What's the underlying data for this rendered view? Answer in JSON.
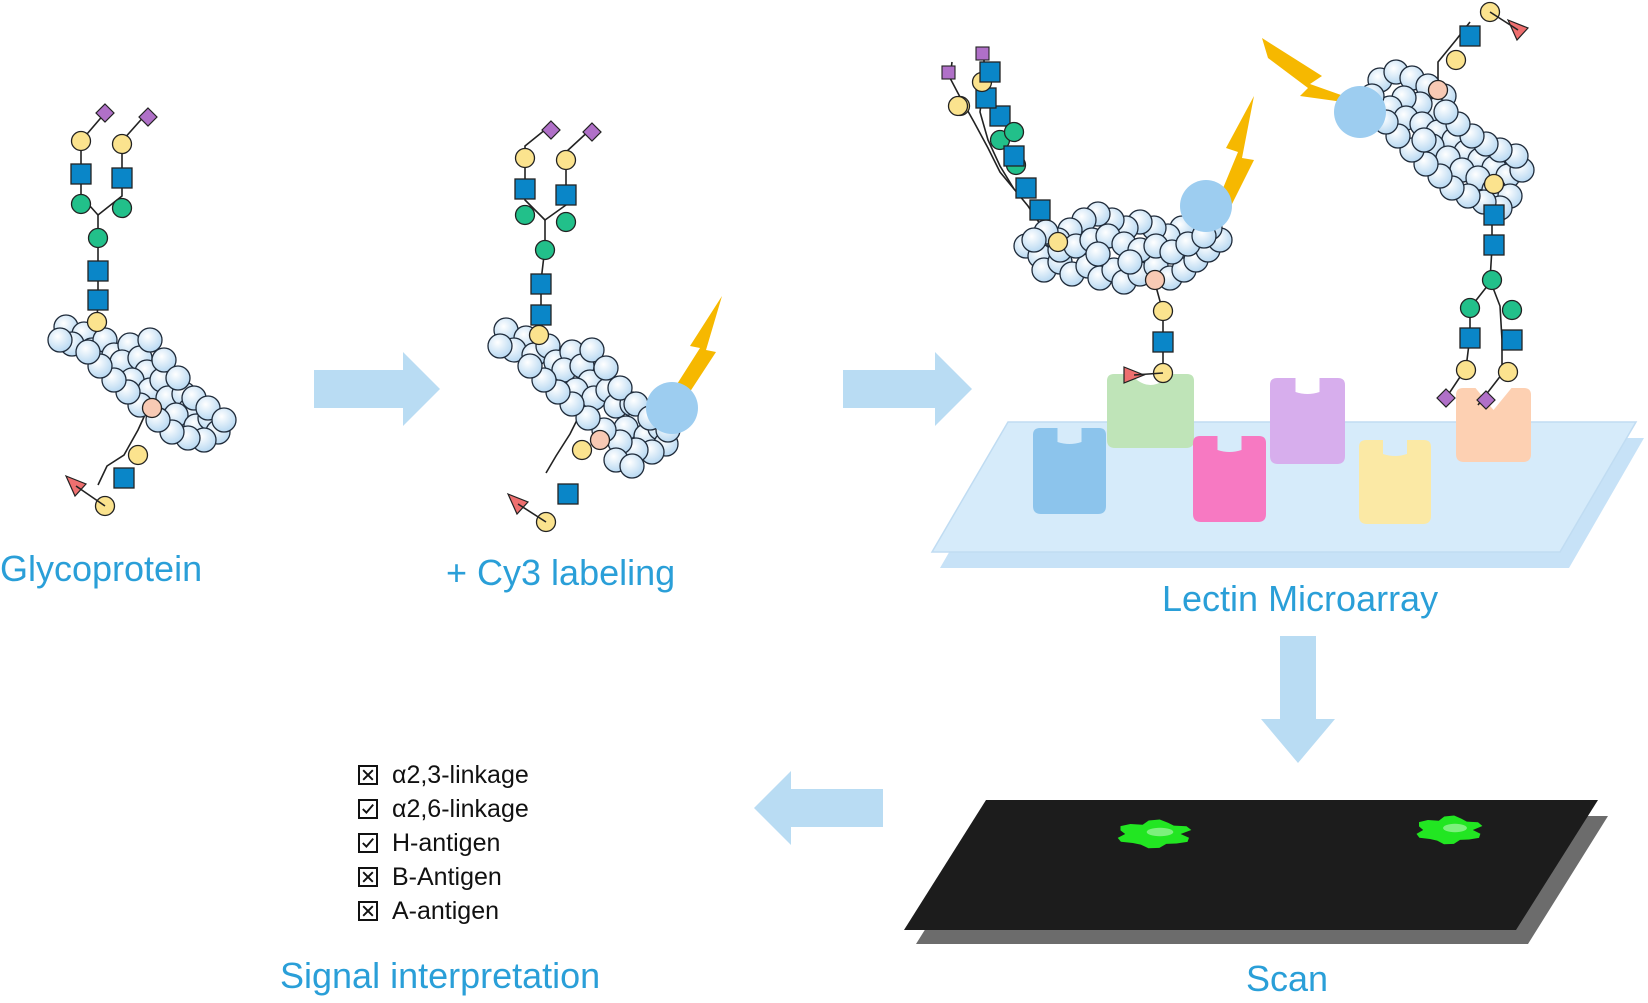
{
  "labels": {
    "glycoprotein": "Glycoprotein",
    "cy3": "+ Cy3 labeling",
    "microarray": "Lectin Microarray",
    "scan": "Scan",
    "signal": "Signal interpretation"
  },
  "checklist": [
    {
      "text": "α2,3-linkage",
      "state": "cross"
    },
    {
      "text": "α2,6-linkage",
      "state": "check"
    },
    {
      "text": "H-antigen",
      "state": "check"
    },
    {
      "text": "B-Antigen",
      "state": "cross"
    },
    {
      "text": "A-antigen",
      "state": "cross"
    }
  ],
  "colors": {
    "label": "#2a9fd8",
    "arrow": "#b9dcf3",
    "protein_fill": "#d7ebfa",
    "protein_stroke": "#1f2b3a",
    "galactose": "#fbe38e",
    "glcnac": "#0a86c8",
    "mannose": "#22c08a",
    "sialic_acid": "#b070c8",
    "fucose": "#ee6f6f",
    "cy3_dye": "#9dcdf0",
    "lightning": "#f6b800",
    "slide": "#d6ebfa",
    "scan_slide": "#1c1c1c",
    "scan_shadow": "#6c6c6c",
    "scan_spot": "#22e622",
    "lectins": [
      "#8cc4ec",
      "#bfe4b8",
      "#f779c2",
      "#d7aeed",
      "#fbe9a5",
      "#fdd0b2"
    ]
  }
}
